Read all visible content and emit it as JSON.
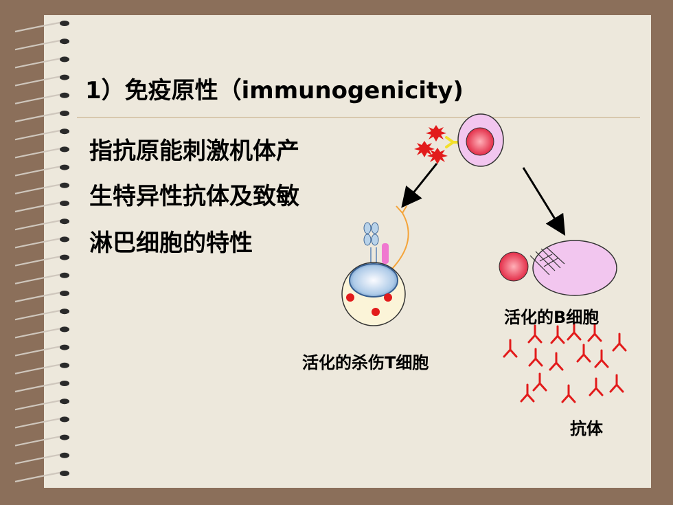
{
  "title": "1）免疫原性（immunogenicity)",
  "body_lines": [
    "指抗原能刺激机体产",
    "生特异性抗体及致敏",
    "淋巴细胞的特性"
  ],
  "labels": {
    "t_cell": "活化的杀伤T细胞",
    "b_cell": "活化的B细胞",
    "antibody": "抗体"
  },
  "colors": {
    "background": "#8b6f5a",
    "slide": "#ede8dc",
    "antigen": "#e21b1b",
    "b_cell_fill": "#f2c6ef",
    "cell_nucleus": "#e23b52",
    "t_cell_fill": "#fbf4d8",
    "receptor": "#f3df2a"
  },
  "icons": {
    "antibody": "y-shaped-antibody-icon",
    "binding": "spiral-binding-icon"
  }
}
